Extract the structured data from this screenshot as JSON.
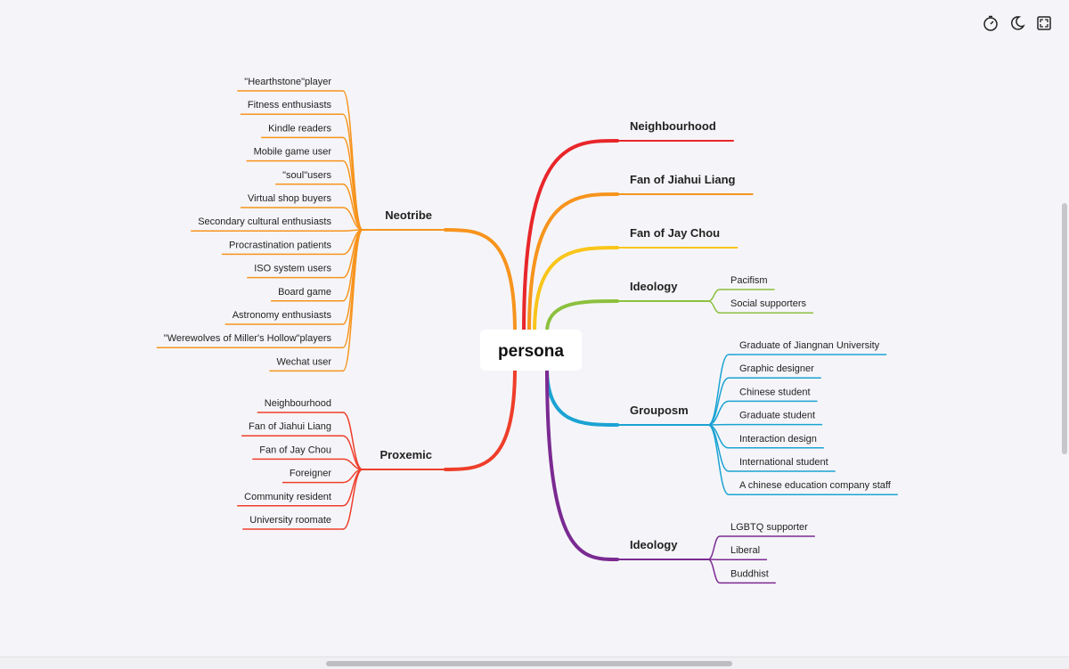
{
  "root": {
    "label": "persona"
  },
  "left": [
    {
      "label": "Neotribe",
      "color": "#f7941d",
      "children": [
        "\"Hearthstone\"player",
        "Fitness enthusiasts",
        "Kindle readers",
        "Mobile game user",
        "\"soul\"users",
        "Virtual shop buyers",
        "Secondary cultural enthusiasts",
        "Procrastination patients",
        "ISO system users",
        "Board game",
        "Astronomy enthusiasts",
        "\"Werewolves of Miller's Hollow\"players",
        "Wechat user"
      ]
    },
    {
      "label": "Proxemic",
      "color": "#ee3e2a",
      "children": [
        "Neighbourhood",
        "Fan of Jiahui Liang",
        "Fan of Jay Chou",
        "Foreigner",
        "Community resident",
        "University roomate"
      ]
    }
  ],
  "right": [
    {
      "label": "Neighbourhood",
      "color": "#e8262a",
      "children": []
    },
    {
      "label": "Fan of Jiahui Liang",
      "color": "#f7941d",
      "children": []
    },
    {
      "label": "Fan of Jay Chou",
      "color": "#f9c51a",
      "children": []
    },
    {
      "label": "Ideology",
      "color": "#8cc03e",
      "children": [
        "Pacifism",
        "Social supporters"
      ]
    },
    {
      "label": "Grouposm",
      "color": "#1ba3d3",
      "children": [
        "Graduate of Jiangnan University",
        "Graphic designer",
        "Chinese student",
        "Graduate student",
        "Interaction design",
        "International student",
        "A chinese education company staff"
      ]
    },
    {
      "label": "Ideology",
      "color": "#7b2a92",
      "children": [
        "LGBTQ supporter",
        "Liberal",
        "Buddhist"
      ]
    }
  ],
  "toolbar": {
    "icons": [
      "timer-icon",
      "dark-mode-icon",
      "fullscreen-icon"
    ]
  }
}
